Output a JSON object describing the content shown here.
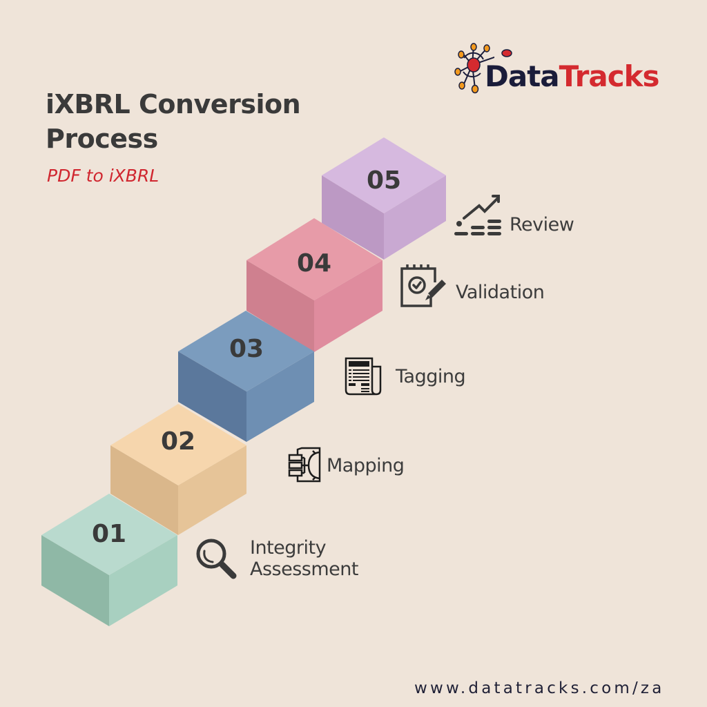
{
  "header": {
    "title": "iXBRL Conversion Process",
    "subtitle": "PDF to iXBRL"
  },
  "logo": {
    "part1": "Data",
    "part2": "Tracks",
    "colors": {
      "dark": "#1a1c3a",
      "red": "#d42a2f",
      "orange": "#f39a1e"
    }
  },
  "steps": [
    {
      "number": "01",
      "label_line1": "Integrity",
      "label_line2": "Assessment",
      "icon": "magnifier-icon",
      "color_top": "#b9dace",
      "color_left": "#8fb8a6",
      "color_right": "#a8d0c0"
    },
    {
      "number": "02",
      "label_line1": "Mapping",
      "label_line2": "",
      "icon": "mapping-icon",
      "color_top": "#f6d6ad",
      "color_left": "#dab78b",
      "color_right": "#e6c498"
    },
    {
      "number": "03",
      "label_line1": "Tagging",
      "label_line2": "",
      "icon": "newspaper-icon",
      "color_top": "#7b9cbe",
      "color_left": "#5b789c",
      "color_right": "#6e8fb3"
    },
    {
      "number": "04",
      "label_line1": "Validation",
      "label_line2": "",
      "icon": "checklist-pencil-icon",
      "color_top": "#e79ba8",
      "color_left": "#cf808f",
      "color_right": "#df8c9e"
    },
    {
      "number": "05",
      "label_line1": "Review",
      "label_line2": "",
      "icon": "growth-chart-icon",
      "color_top": "#d6b9df",
      "color_left": "#bc99c4",
      "color_right": "#c9a9d2"
    }
  ],
  "footer": {
    "url": "www.datatracks.com/za"
  }
}
